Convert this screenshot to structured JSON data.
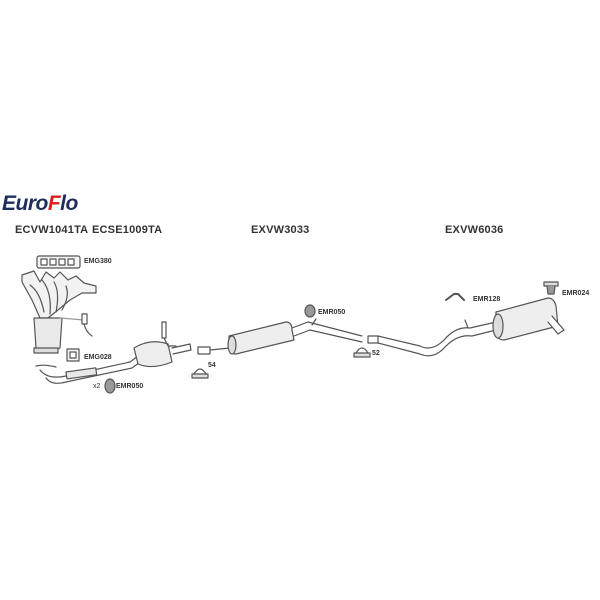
{
  "brand": {
    "prefix": "Euro",
    "accent": "F",
    "suffix": "lo",
    "color": "#1f2d5c",
    "accent_color": "#d82020"
  },
  "sections": [
    {
      "code": "ECVW1041TA"
    },
    {
      "code": "ECSE1009TA"
    },
    {
      "code": "EXVW3033"
    },
    {
      "code": "EXVW6036"
    }
  ],
  "parts": {
    "gasket_manifold": "EMG380",
    "gasket_flange": "EMG028",
    "mount_front_qty": "x2",
    "mount_front": "EMR050",
    "mount_center": "EMR050",
    "clamp_front": "54",
    "clamp_center": "52",
    "hanger_rear": "EMR128",
    "mount_rear": "EMR024"
  }
}
